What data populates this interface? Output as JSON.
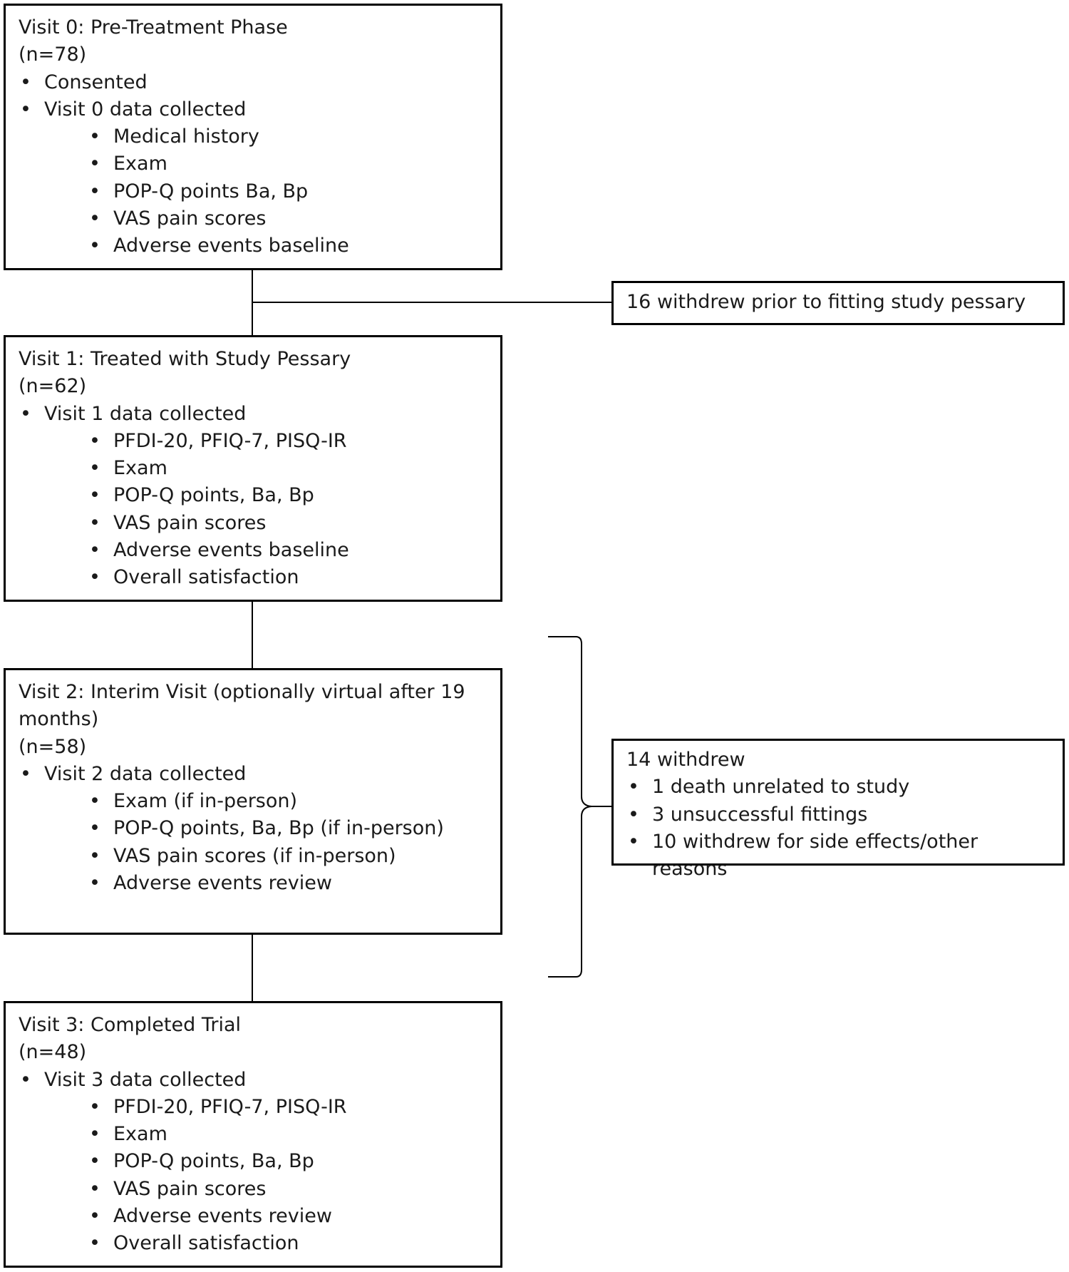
{
  "visits": [
    {
      "title": "Visit 0: Pre-Treatment Phase",
      "count": "(n=78)",
      "items": [
        {
          "text": "Consented",
          "sub": []
        },
        {
          "text": "Visit 0 data collected",
          "sub": [
            "Medical history",
            "Exam",
            "POP-Q points Ba, Bp",
            "VAS pain scores",
            "Adverse events baseline"
          ]
        }
      ]
    },
    {
      "title": "Visit 1: Treated with Study Pessary",
      "count": "(n=62)",
      "items": [
        {
          "text": "Visit 1 data collected",
          "sub": [
            "PFDI-20, PFIQ-7, PISQ-IR",
            "Exam",
            "POP-Q points, Ba, Bp",
            "VAS pain scores",
            "Adverse events baseline",
            "Overall satisfaction"
          ]
        }
      ]
    },
    {
      "title_line1": "Visit 2: Interim Visit (optionally virtual after 19",
      "title_line2": "months)",
      "count": "(n=58)",
      "items": [
        {
          "text": "Visit 2 data collected",
          "sub": [
            "Exam (if in-person)",
            "POP-Q points, Ba, Bp (if in-person)",
            "VAS pain scores (if in-person)",
            "Adverse events review"
          ]
        }
      ]
    },
    {
      "title": "Visit 3: Completed Trial",
      "count": "(n=48)",
      "items": [
        {
          "text": "Visit 3 data collected",
          "sub": [
            "PFDI-20, PFIQ-7, PISQ-IR",
            "Exam",
            "POP-Q points, Ba, Bp",
            "VAS pain scores",
            "Adverse events review",
            "Overall satisfaction"
          ]
        }
      ]
    }
  ],
  "withdrawals": {
    "first": "16 withdrew prior to fitting study pessary",
    "second": {
      "title": "14 withdrew",
      "items": [
        "1 death unrelated to study",
        "3 unsuccessful fittings",
        "10 withdrew for side effects/other reasons"
      ]
    }
  }
}
